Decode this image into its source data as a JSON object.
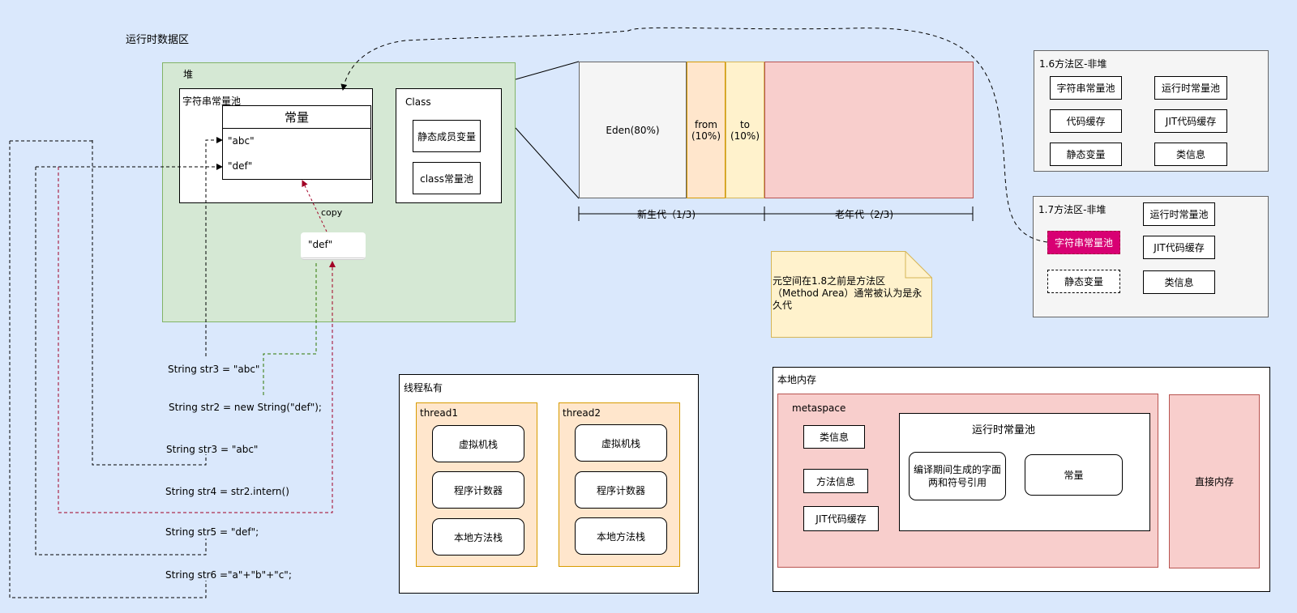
{
  "runtime_data_area_title": "运行时数据区",
  "heap": {
    "title": "堆",
    "string_pool": {
      "title": "字符串常量池",
      "constant_header": "常量",
      "entries": [
        "\"abc\"",
        "\"def\""
      ]
    },
    "class_box": {
      "title": "Class",
      "items": [
        "静态成员变量",
        "class常量池"
      ]
    },
    "def_object": "\"def\"",
    "copy_label": "copy"
  },
  "generations": {
    "eden": "Eden(80%)",
    "from_line1": "from",
    "from_line2": "(10%)",
    "to_line1": "to",
    "to_line2": "(10%)",
    "young_label": "新生代（1/3)",
    "old_label": "老年代（2/3)"
  },
  "note": "元空间在1.8之前是方法区（Method Area）通常被认为是永久代",
  "method_area_16": {
    "title": "1.6方法区-非堆",
    "items": [
      "字符串常量池",
      "运行时常量池",
      "代码缓存",
      "JIT代码缓存",
      "静态变量",
      "类信息"
    ]
  },
  "method_area_17": {
    "title": "1.7方法区-非堆",
    "items": [
      "运行时常量池",
      "字符串常量池",
      "JIT代码缓存",
      "静态变量",
      "类信息"
    ]
  },
  "code_lines": [
    "String str3 = \"abc\"",
    "String str2 = new String(\"def\");",
    "String str3 = \"abc\"",
    "String str4 = str2.intern()",
    "String str5 = \"def\";",
    "String str6 =\"a\"+\"b\"+\"c\";"
  ],
  "thread_private": {
    "title": "线程私有",
    "thread1": {
      "title": "thread1",
      "items": [
        "虚拟机栈",
        "程序计数器",
        "本地方法栈"
      ]
    },
    "thread2": {
      "title": "thread2",
      "items": [
        "虚拟机栈",
        "程序计数器",
        "本地方法栈"
      ]
    }
  },
  "native_memory": {
    "title": "本地内存",
    "metaspace": {
      "title": "metaspace",
      "items": [
        "类信息",
        "方法信息",
        "JIT代码缓存"
      ],
      "runtime_pool": {
        "title": "运行时常量池",
        "literal_line1": "编译期间生成的字面",
        "literal_line2": "两和符号引用",
        "constant": "常量"
      }
    },
    "direct_memory": "直接内存"
  },
  "colors": {
    "background": "#dae8fc",
    "heap_fill": "#d5e8d4",
    "heap_border": "#82b366",
    "eden_fill": "#f5f5f5",
    "from_fill": "#ffe6cc",
    "to_fill": "#fff2cc",
    "old_fill": "#f8cecc",
    "old_border": "#b85450",
    "note_fill": "#fff2cc",
    "note_border": "#d6b656",
    "thread_fill": "#ffe6cc",
    "thread_border": "#d79b00",
    "native_fill": "#f8cecc",
    "highlight_fill": "#d80073",
    "copy_arrow": "#a20025",
    "green_link": "#2d7600"
  }
}
